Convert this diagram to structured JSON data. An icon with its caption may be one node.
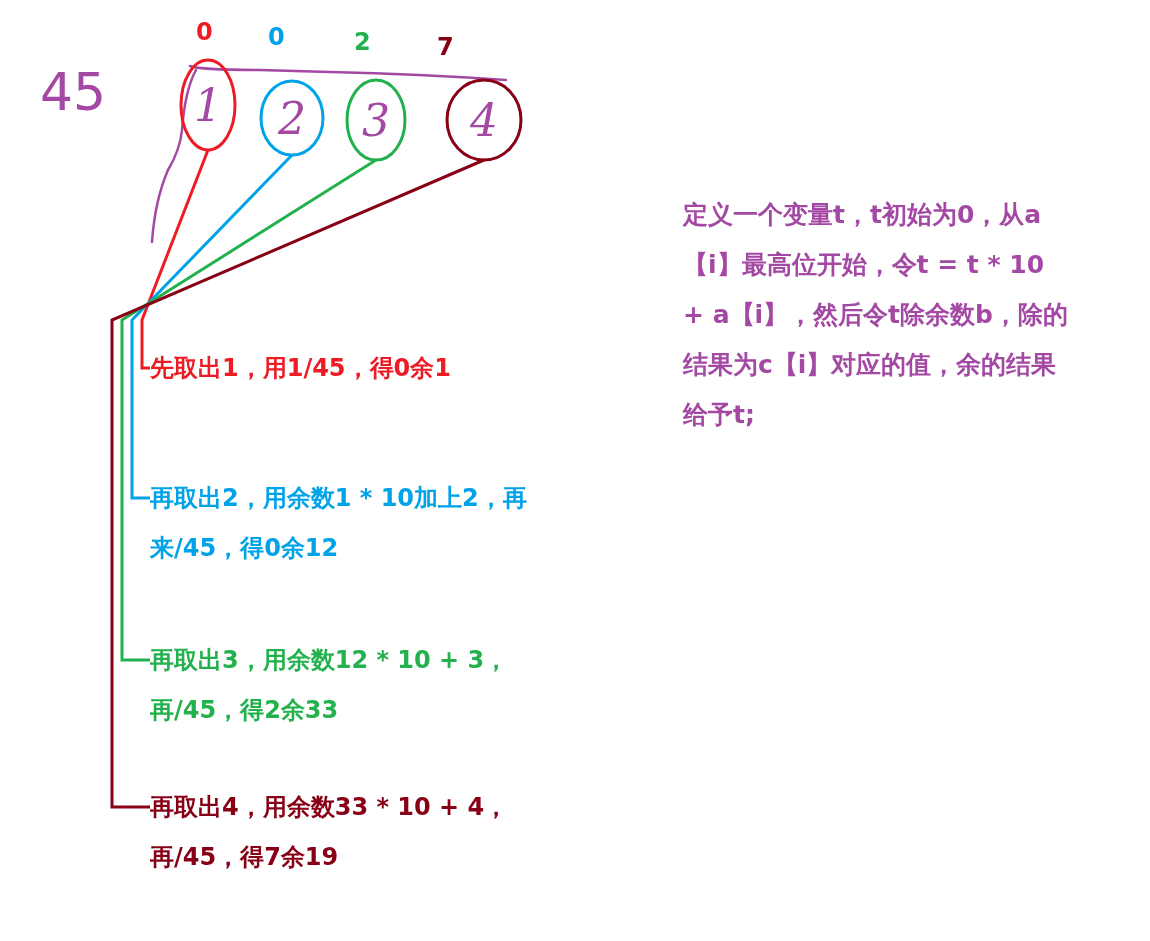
{
  "diagram": {
    "nodes": [
      {
        "text": [
          "1"
        ],
        "beside": [
          "0"
        ]
      },
      {
        "text": [
          "2"
        ],
        "beside": [
          "0"
        ]
      },
      {
        "text": [
          "3"
        ],
        "beside": [
          "2"
        ]
      },
      {
        "text": [
          "4"
        ],
        "beside": [
          "7"
        ]
      },
      {
        "text": [
          "先取出1，用1/45，得0余1"
        ]
      },
      {
        "text": [
          "再取出2，用余数1 * 10加上2，再来/45，得0余12"
        ]
      },
      {
        "text": [
          "再取出3，用余数12 * 10 + 3，再/45，得2余33"
        ]
      },
      {
        "text": [
          "再取出4，用余数33 * 10 + 4，再/45，得7余19"
        ]
      }
    ],
    "edges": [
      {
        "from": 4,
        "to": 0,
        "arrow": "none",
        "color": "#ed1c24"
      },
      {
        "from": 5,
        "to": 1,
        "arrow": "none",
        "color": "#00a2e8"
      },
      {
        "from": 6,
        "to": 2,
        "arrow": "none",
        "color": "#22b14c"
      },
      {
        "from": 7,
        "to": 3,
        "arrow": "none",
        "color": "#880015"
      }
    ],
    "labels": [
      "45",
      "定义一个变量t，t初始为0，从a【i】最高位开始，令t = t * 10 + a【i】，然后令t除余数b，除的结果为c【i】对应的值，余的结果给予t;"
    ]
  }
}
